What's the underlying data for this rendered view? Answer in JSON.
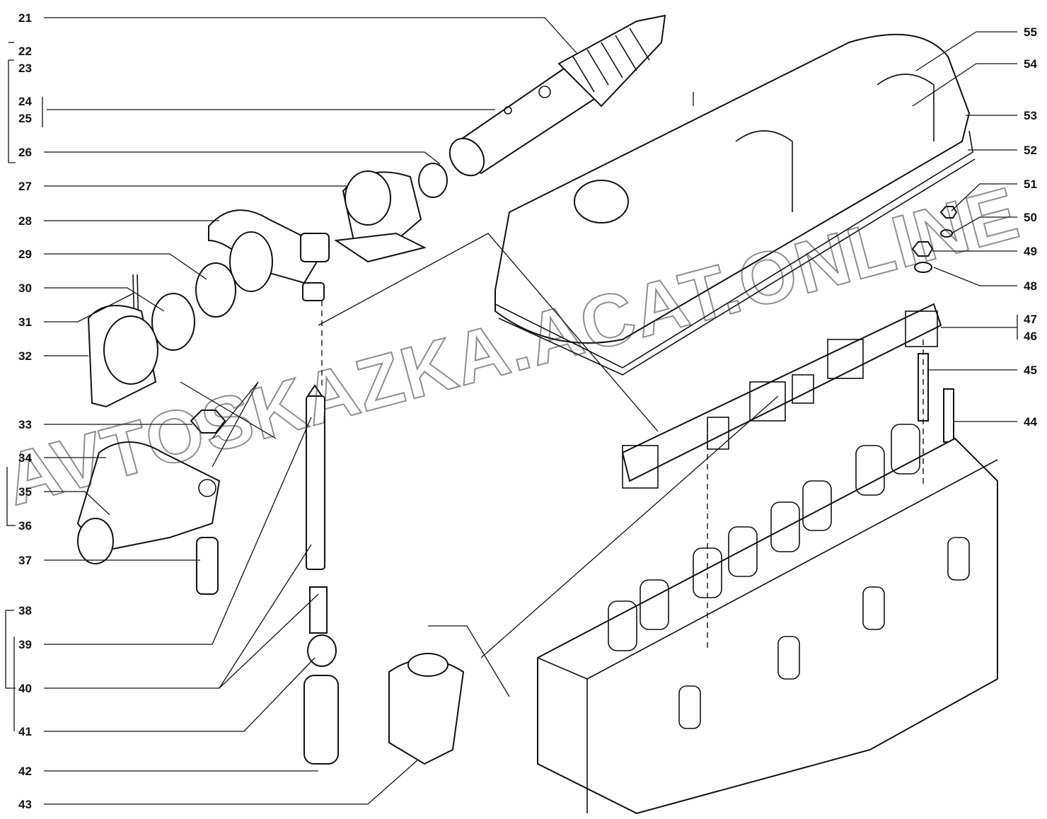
{
  "diagram": {
    "watermark": "AVTOSKAZKA.ACAT.ONLINE",
    "labels_left": [
      "21",
      "22",
      "23",
      "24",
      "25",
      "26",
      "27",
      "28",
      "29",
      "30",
      "31",
      "32",
      "33",
      "34",
      "35",
      "36",
      "37",
      "38",
      "39",
      "40",
      "41",
      "42",
      "43"
    ],
    "labels_right": [
      "55",
      "54",
      "53",
      "52",
      "51",
      "50",
      "49",
      "48",
      "47",
      "46",
      "45",
      "44"
    ]
  }
}
